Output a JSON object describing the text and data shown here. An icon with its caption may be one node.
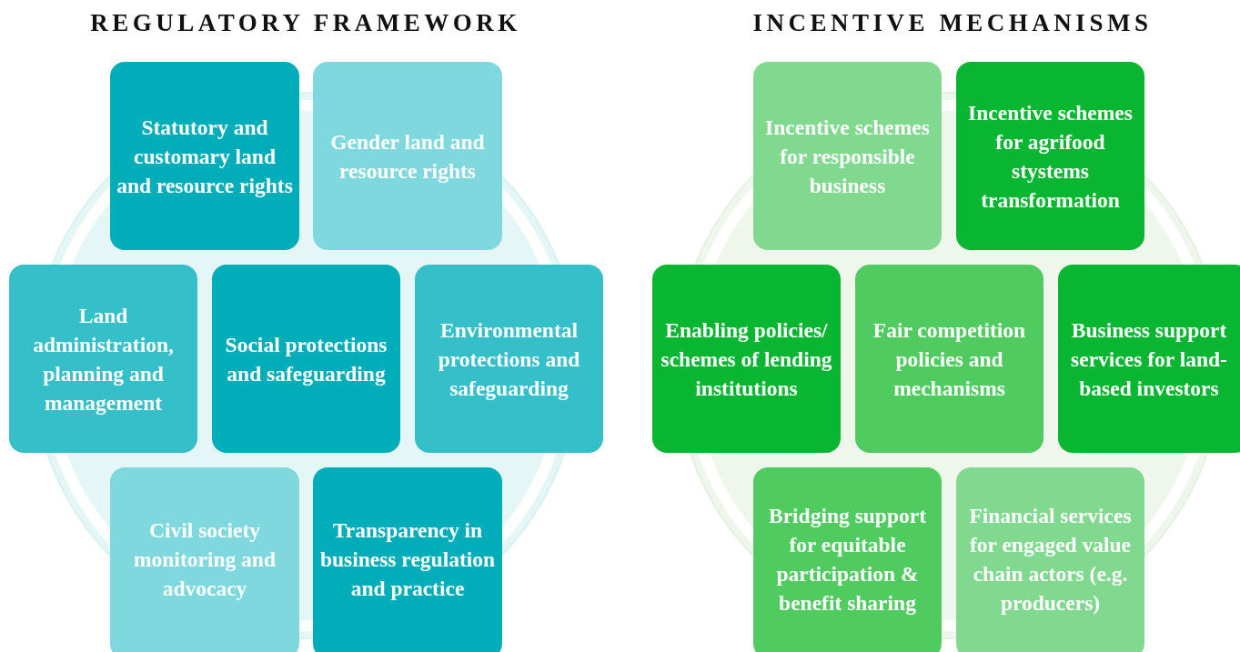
{
  "diagram": {
    "nodes": [
      {
        "text": [
          "Statutory and customary land and resource rights"
        ]
      },
      {
        "text": [
          "Gender land and resource rights"
        ]
      },
      {
        "text": [
          "Land administration, planning and management"
        ]
      },
      {
        "text": [
          "Social protections and safeguarding"
        ]
      },
      {
        "text": [
          "Environmental protections and safeguarding"
        ]
      },
      {
        "text": [
          "Civil society monitoring and advocacy"
        ]
      },
      {
        "text": [
          "Transparency in business regulation and practice"
        ]
      },
      {
        "text": [
          "Incentive schemes for responsible business"
        ]
      },
      {
        "text": [
          "Incentive schemes for agrifood stystems transformation"
        ]
      },
      {
        "text": [
          "Enabling policies/ schemes of lending institutions"
        ]
      },
      {
        "text": [
          "Fair competition policies and mechanisms"
        ]
      },
      {
        "text": [
          "Business support services for land-based investors"
        ]
      },
      {
        "text": [
          "Bridging support for equitable participation & benefit sharing"
        ]
      },
      {
        "text": [
          "Financial services for engaged value chain actors (e.g. producers)"
        ]
      }
    ],
    "labels": [
      "REGULATORY FRAMEWORK",
      "INCENTIVE MECHANISMS"
    ]
  }
}
